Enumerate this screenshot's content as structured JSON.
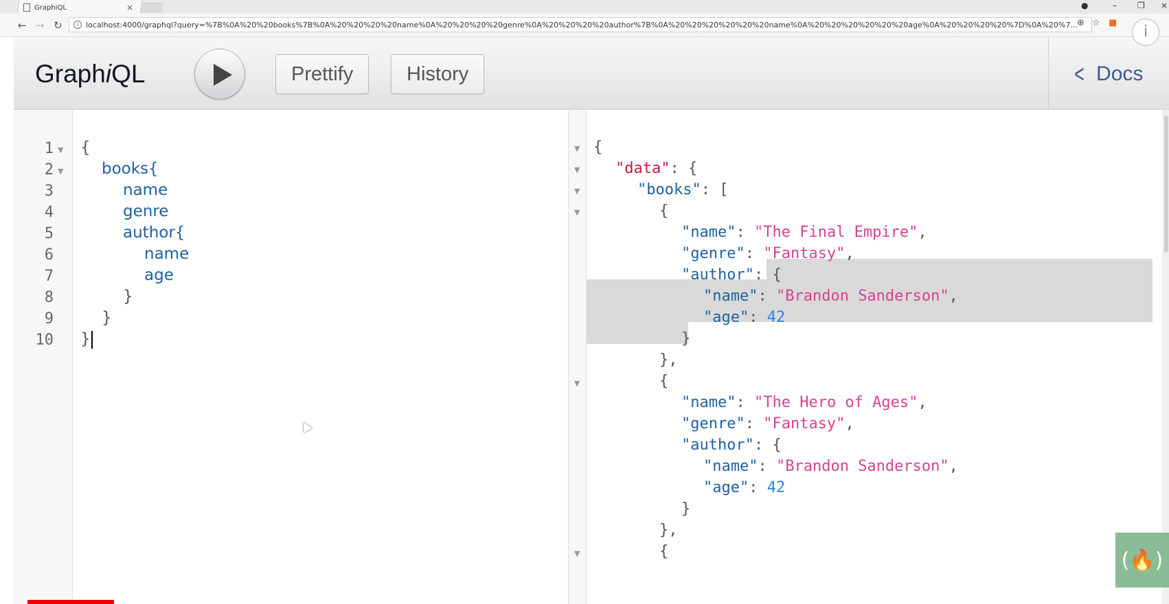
{
  "browser": {
    "tab_title": "GraphiQL",
    "tab_close": "×",
    "url": "localhost:4000/graphql?query=%7B%0A%20%20books%7B%0A%20%20%20%20name%0A%20%20%20%20genre%0A%20%20%20%20author%7B%0A%20%20%20%20%20%20name%0A%20%20%20%20%20%20age%0A%20%20%20%20%7D%0A%20%7..."
  },
  "toolbar": {
    "logo_pre": "Graph",
    "logo_i": "i",
    "logo_post": "QL",
    "prettify_label": "Prettify",
    "history_label": "History",
    "docs_label": "Docs"
  },
  "query": {
    "line_numbers": [
      "1",
      "2",
      "3",
      "4",
      "5",
      "6",
      "7",
      "8",
      "9",
      "10"
    ],
    "lines": [
      {
        "punct": "{",
        "field": ""
      },
      {
        "field": "books",
        "punct": "{"
      },
      {
        "field": "name",
        "punct": ""
      },
      {
        "field": "genre",
        "punct": ""
      },
      {
        "field": "author",
        "punct": "{"
      },
      {
        "field": "name",
        "punct": ""
      },
      {
        "field": "age",
        "punct": ""
      },
      {
        "punct": "}",
        "field": ""
      },
      {
        "punct": "}",
        "field": ""
      },
      {
        "punct": "}",
        "field": ""
      }
    ]
  },
  "result": {
    "data_key": "\"data\"",
    "books_key": "\"books\"",
    "books": [
      {
        "name_key": "\"name\"",
        "name": "\"The Final Empire\"",
        "genre_key": "\"genre\"",
        "genre": "\"Fantasy\"",
        "author_key": "\"author\"",
        "author_name_key": "\"name\"",
        "author_name": "\"Brandon Sanderson\"",
        "author_age_key": "\"age\"",
        "author_age": "42"
      },
      {
        "name_key": "\"name\"",
        "name": "\"The Hero of Ages\"",
        "genre_key": "\"genre\"",
        "genre": "\"Fantasy\"",
        "author_key": "\"author\"",
        "author_name_key": "\"name\"",
        "author_name": "\"Brandon Sanderson\"",
        "author_age_key": "\"age\"",
        "author_age": "42"
      }
    ]
  }
}
